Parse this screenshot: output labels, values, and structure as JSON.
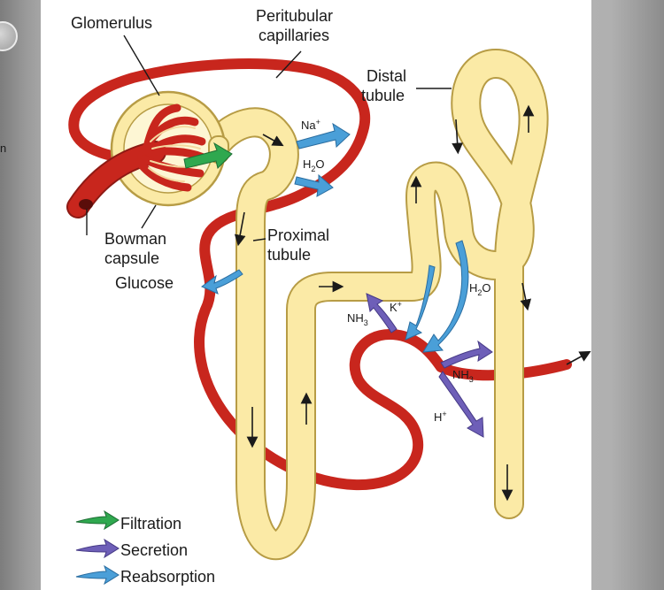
{
  "side": {
    "text": "n"
  },
  "labels": {
    "glomerulus": "Glomerulus",
    "peritubular_line1": "Peritubular",
    "peritubular_line2": "capillaries",
    "distal_line1": "Distal",
    "distal_line2": "tubule",
    "bowman_line1": "Bowman",
    "bowman_line2": "capsule",
    "proximal_line1": "Proximal",
    "proximal_line2": "tubule",
    "glucose": "Glucose",
    "na": "Na",
    "na_sup": "+",
    "h2o_upper_h": "H",
    "h2o_upper_sub": "2",
    "h2o_upper_o": "O",
    "h2o_lower_h": "H",
    "h2o_lower_sub": "2",
    "h2o_lower_o": "O",
    "nh3_left_nh": "NH",
    "nh3_left_sub": "3",
    "k": "K",
    "k_sup": "+",
    "nh3_right_nh": "NH",
    "nh3_right_sub": "3",
    "h": "H",
    "h_sup": "+"
  },
  "legend": [
    {
      "label": "Filtration",
      "color": "#2fa84f"
    },
    {
      "label": "Secretion",
      "color": "#6e5fb8"
    },
    {
      "label": "Reabsorption",
      "color": "#4a9fd8"
    }
  ],
  "colors": {
    "tubule": "#fbeaa6",
    "tubule_edge": "#b79c45",
    "vessel": "#c8261d",
    "filtration": "#2fa84f",
    "secretion": "#6e5fb8",
    "reabsorption": "#4a9fd8"
  }
}
